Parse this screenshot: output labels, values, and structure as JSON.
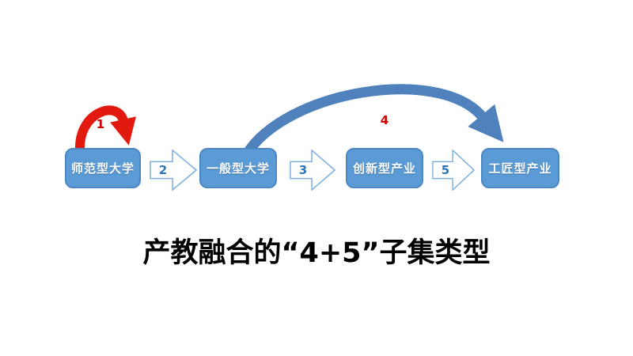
{
  "diagram": {
    "title": "产教融合的“4+5”子集类型",
    "boxes": [
      {
        "label": "师范型大学"
      },
      {
        "label": "一般型大学"
      },
      {
        "label": "创新型产业"
      },
      {
        "label": "工匠型产业"
      }
    ],
    "step_arrows": [
      {
        "label": "2"
      },
      {
        "label": "3"
      },
      {
        "label": "5"
      }
    ],
    "connectors": {
      "self_loop_label": "1",
      "bypass_arc_label": "4"
    },
    "colors": {
      "node_fill": "#5b9bd5",
      "node_border": "#4d87c3",
      "node_text": "#ffffff",
      "block_arrow_fill": "#ffffff",
      "block_arrow_outline": "#7fafdc",
      "step_number": "#2e75b6",
      "self_loop_arrow": "#e2190e",
      "bypass_arc_arrow": "#4f81bd",
      "red_label": "#cc0000",
      "title_text": "#000000",
      "background": "#ffffff"
    }
  }
}
